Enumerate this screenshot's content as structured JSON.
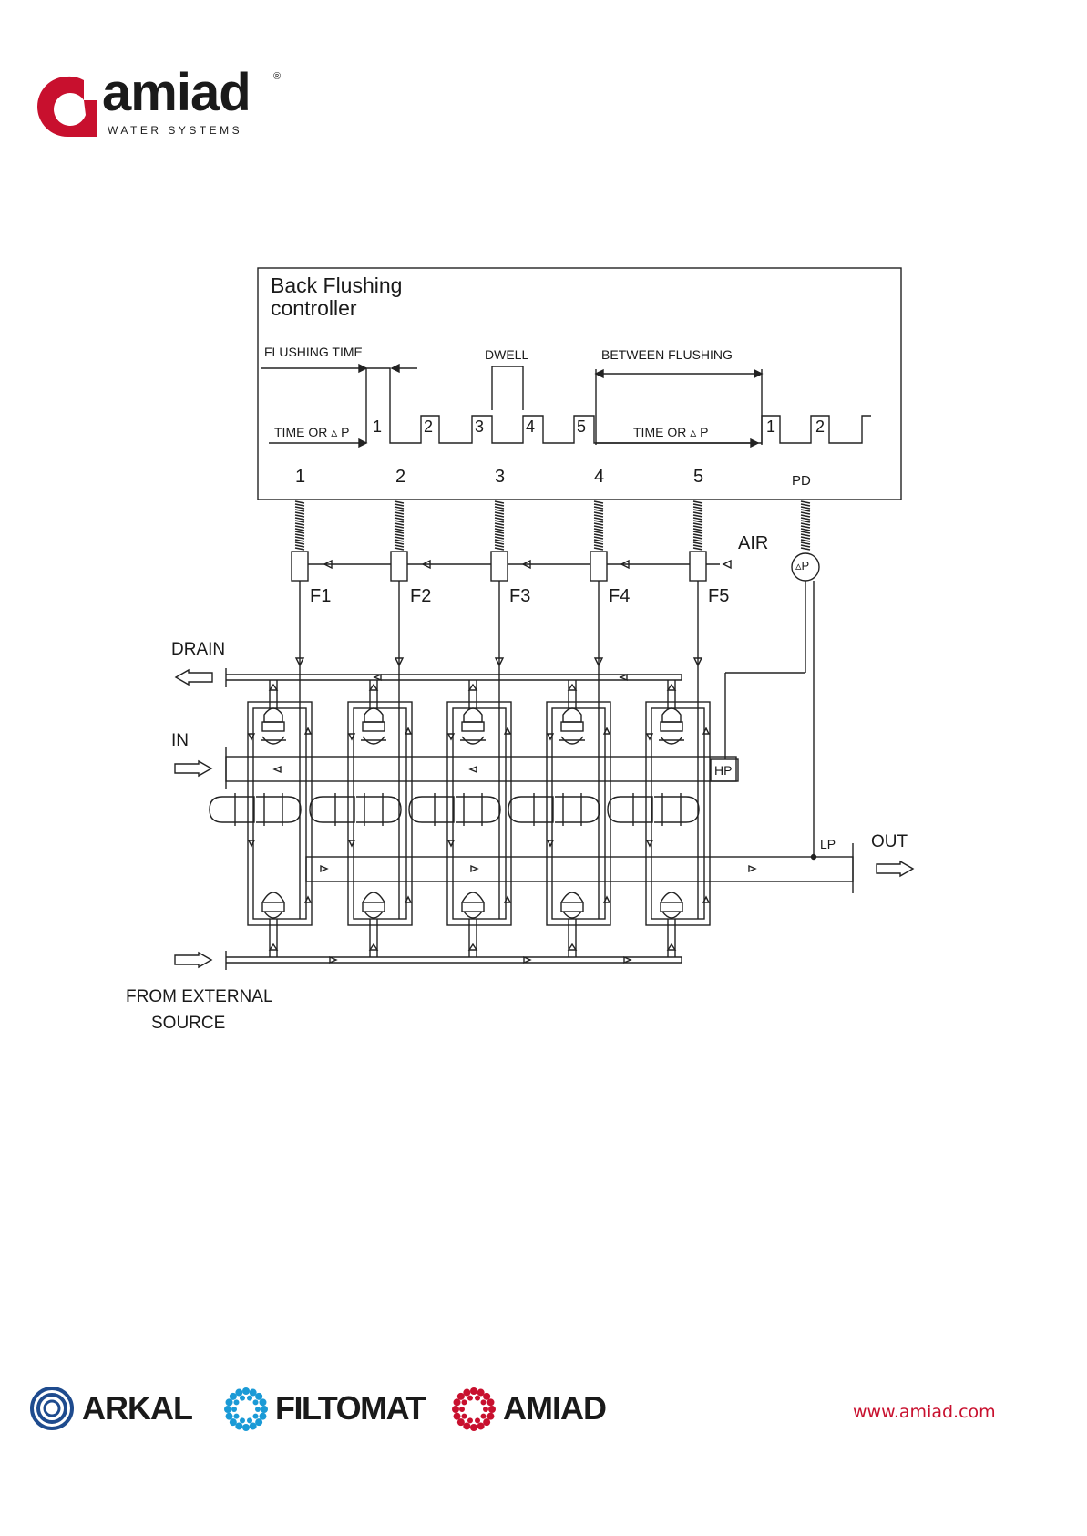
{
  "header": {
    "logo_name": "amiad",
    "logo_registered": "®",
    "logo_tagline": "WATER SYSTEMS",
    "brand_color": "#c8102e"
  },
  "diagram": {
    "controller_title_line1": "Back Flushing",
    "controller_title_line2": "controller",
    "flushing_time": "FLUSHING TIME",
    "dwell": "DWELL",
    "between_flushing": "BETWEEN  FLUSHING",
    "time_or_dp_1": "TIME  OR  ▵ P",
    "time_or_dp_2": "TIME  OR  ▵ P",
    "pulse_numbers": [
      "1",
      "2",
      "3",
      "4",
      "5",
      "1",
      "2"
    ],
    "outputs": [
      "1",
      "2",
      "3",
      "4",
      "5"
    ],
    "pd": "PD",
    "air": "AIR",
    "dp_symbol": "▵P",
    "filters": [
      "F1",
      "F2",
      "F3",
      "F4",
      "F5"
    ],
    "drain": "DRAIN",
    "in": "IN",
    "out": "OUT",
    "hp": "HP",
    "lp": "LP",
    "external_line1": "FROM EXTERNAL",
    "external_line2": "SOURCE"
  },
  "footer": {
    "brands": [
      "ARKAL",
      "FILTOMAT",
      "AMIAD"
    ],
    "arkal_color": "#1e4b8e",
    "filtomat_color": "#1a9ad6",
    "amiad_color": "#c8102e",
    "url": "www.amiad.com"
  }
}
